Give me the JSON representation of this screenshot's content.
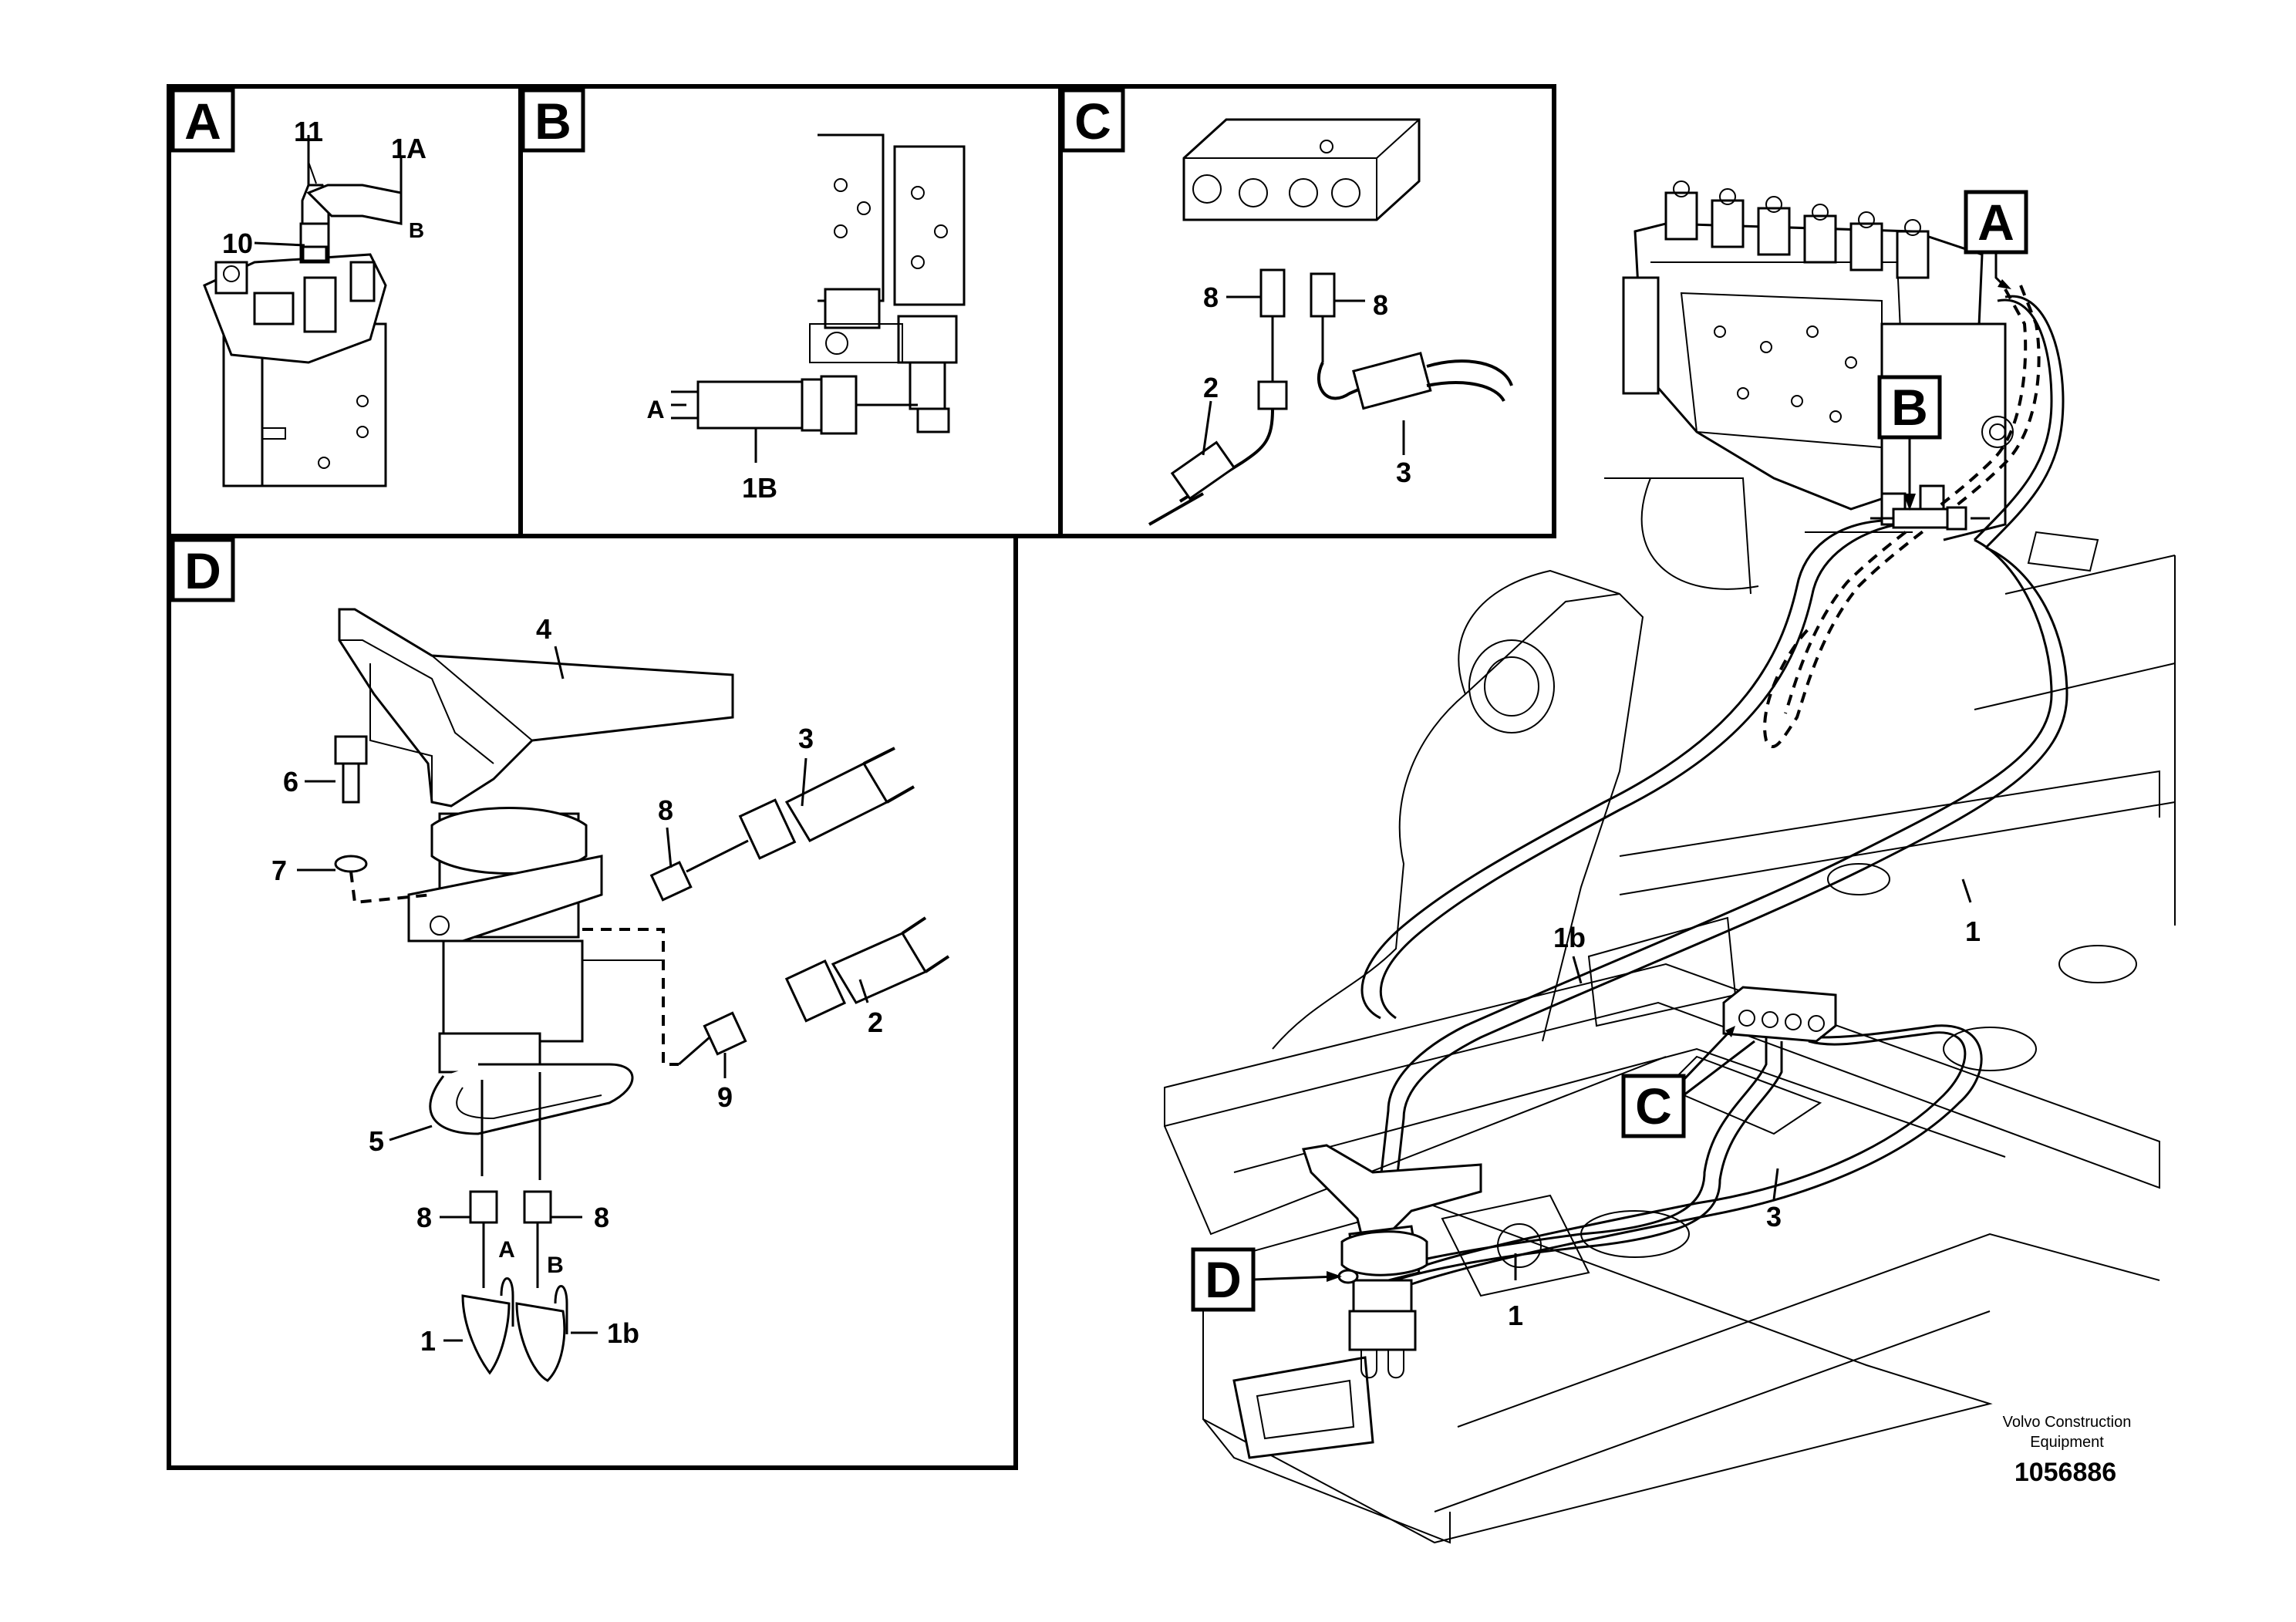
{
  "panels": {
    "A": {
      "tag": "A",
      "callouts": {
        "c11": "11",
        "c1A": "1A",
        "cB": "B",
        "c10": "10"
      }
    },
    "B": {
      "tag": "B",
      "callouts": {
        "cA": "A",
        "c1B": "1B"
      }
    },
    "C": {
      "tag": "C",
      "callouts": {
        "c8l": "8",
        "c8r": "8",
        "c2": "2",
        "c3": "3"
      }
    },
    "D": {
      "tag": "D",
      "callouts": {
        "c4": "4",
        "c6": "6",
        "c7": "7",
        "c8a": "8",
        "c3": "3",
        "c9": "9",
        "c2": "2",
        "c5": "5",
        "c8b": "8",
        "c8c": "8",
        "cA": "A",
        "cB": "B",
        "c1": "1",
        "c1b": "1b"
      }
    }
  },
  "main": {
    "tags": {
      "A": "A",
      "B": "B",
      "C": "C",
      "D": "D"
    },
    "callouts": {
      "c1top": "1",
      "c1b": "1b",
      "c3": "3",
      "c1bot": "1"
    }
  },
  "footer": {
    "line1": "Volvo Construction",
    "line2": "Equipment",
    "number": "1056886"
  }
}
